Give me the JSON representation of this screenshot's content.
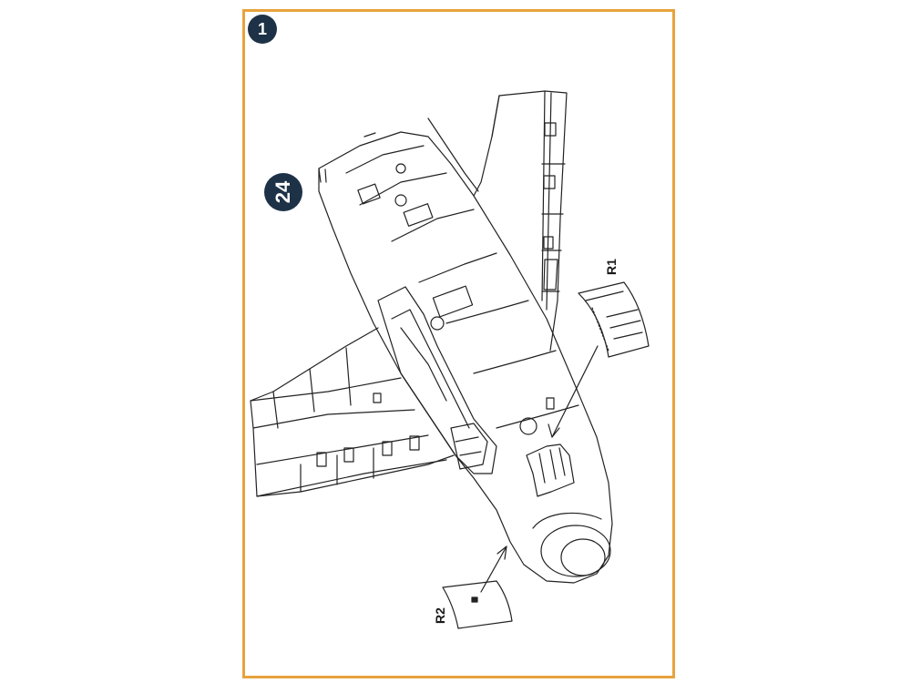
{
  "step": {
    "number": "1"
  },
  "sub_step": {
    "number": "24"
  },
  "parts": [
    {
      "id": "r1",
      "label": "R1"
    },
    {
      "id": "r2",
      "label": "R2"
    }
  ],
  "colors": {
    "frame": "#e8a33d",
    "badge": "#1e3247",
    "line": "#222222"
  }
}
